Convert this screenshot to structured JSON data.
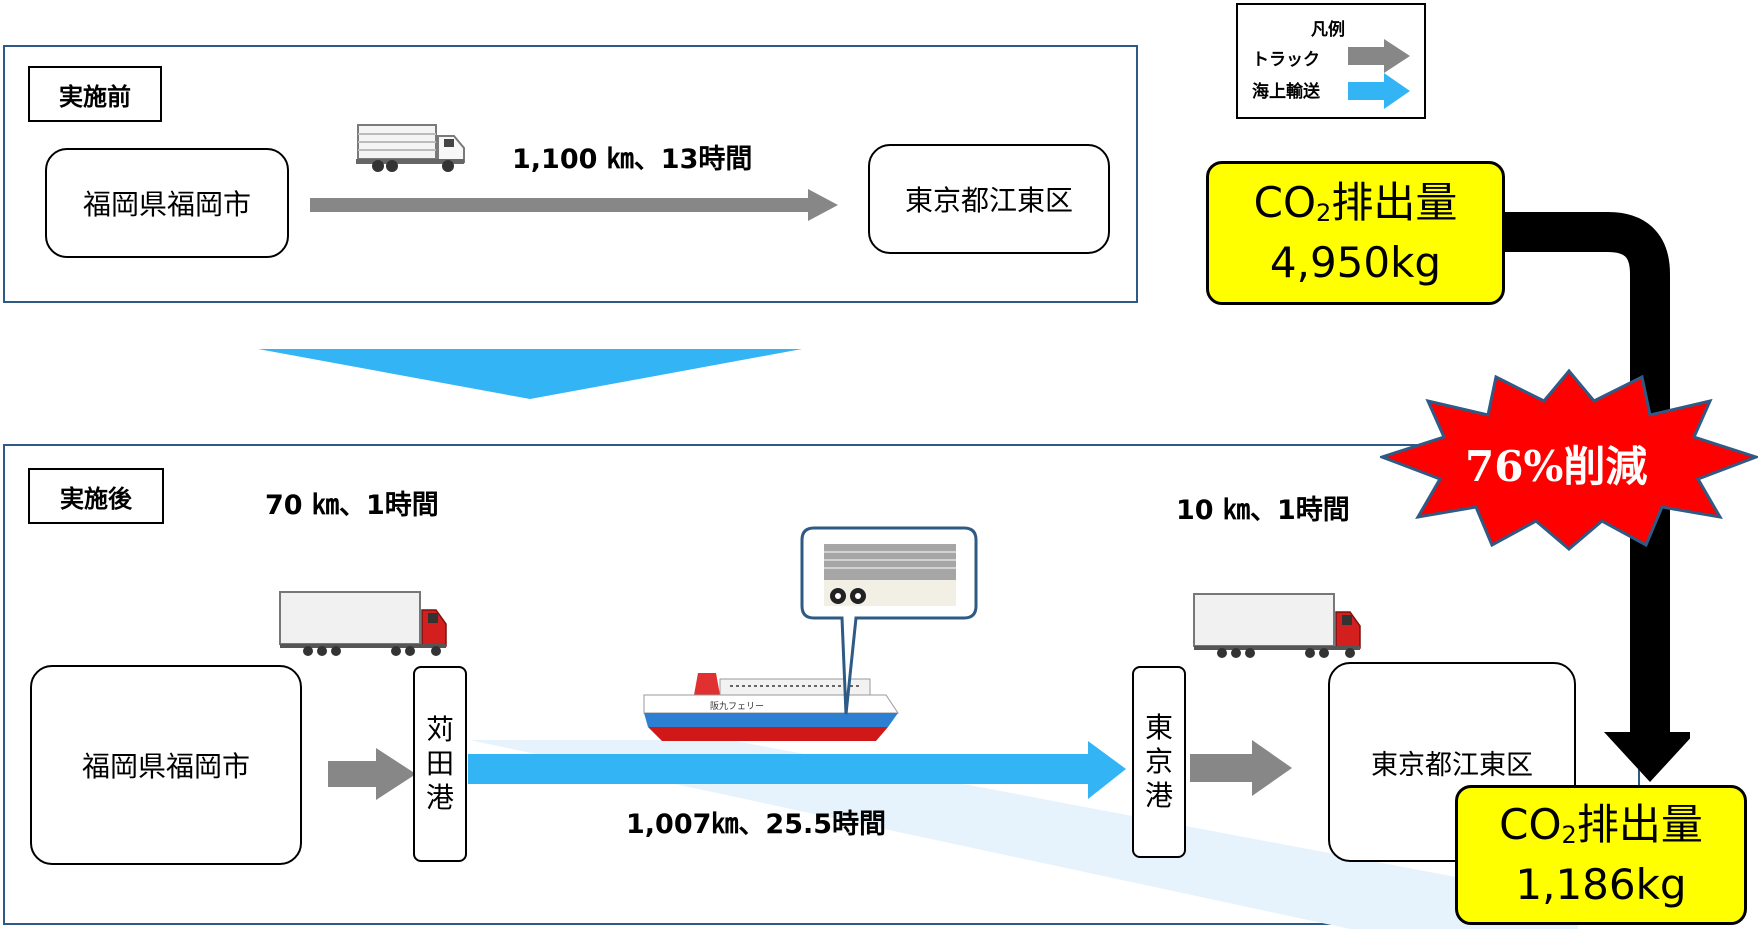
{
  "legend": {
    "title": "凡例",
    "items": [
      {
        "label": "トラック",
        "color": "#878787"
      },
      {
        "label": "海上輸送",
        "color": "#33b5f5"
      }
    ]
  },
  "before": {
    "tag": "実施前",
    "origin": "福岡県福岡市",
    "destination": "東京都江東区",
    "route_info": "1,100 ㎞、13時間"
  },
  "after": {
    "tag": "実施後",
    "origin": "福岡県福岡市",
    "port_origin": [
      "苅",
      "田",
      "港"
    ],
    "port_dest": [
      "東",
      "京",
      "港"
    ],
    "destination": "東京都江東区",
    "leg1_info": "70 ㎞、1時間",
    "sea_info": "1,007㎞、25.5時間",
    "leg3_info": "10 ㎞、1時間",
    "ferry_hull_text": "阪九フェリー"
  },
  "co2_before": {
    "label_prefix": "CO",
    "label_sub": "2",
    "label_suffix": "排出量",
    "value": "4,950kg"
  },
  "co2_after": {
    "label_prefix": "CO",
    "label_sub": "2",
    "label_suffix": "排出量",
    "value": "1,186kg"
  },
  "reduction": "76%削減",
  "colors": {
    "truck_arrow": "#878787",
    "sea_arrow": "#33b5f5",
    "highlight": "#ffff00",
    "burst": "#ff0000",
    "panel_border": "#2e5a85"
  }
}
